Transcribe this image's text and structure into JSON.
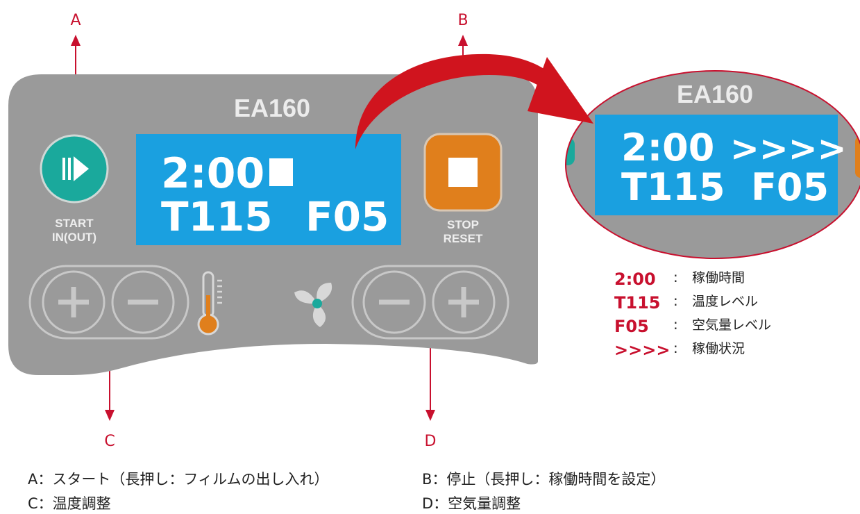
{
  "colors": {
    "panel": "#9a9a9a",
    "lcd": "#1aa0e0",
    "start_button": "#1aa99c",
    "stop_button": "#e07f1c",
    "callout": "#c8102e",
    "arrow_curve": "#d0141e"
  },
  "callouts": {
    "a": "A",
    "b": "B",
    "c": "C",
    "d": "D"
  },
  "panel": {
    "model": "EA160",
    "start_label_1": "START",
    "start_label_2": "IN(OUT)",
    "stop_label_1": "STOP",
    "stop_label_2": "RESET",
    "lcd": {
      "time": "2:00",
      "temp": "T115",
      "fan": "F05"
    },
    "icons": [
      "play-icon",
      "stop-icon",
      "plus-icon",
      "minus-icon",
      "thermometer-icon",
      "fan-icon"
    ]
  },
  "zoom": {
    "model": "EA160",
    "time": "2:00",
    "status": ">>>>",
    "temp": "T115",
    "fan": "F05"
  },
  "legend": [
    {
      "key": "2:00",
      "sep": ":",
      "text": "稼働時間"
    },
    {
      "key": "T115",
      "sep": ":",
      "text": "温度レベル"
    },
    {
      "key": "F05",
      "sep": ":",
      "text": "空気量レベル"
    },
    {
      "key": ">>>>",
      "sep": ":",
      "text": "稼働状況"
    }
  ],
  "notes": {
    "a": "A：スタート（長押し：フィルムの出し入れ）",
    "b": "B：停止（長押し：稼働時間を設定）",
    "c": "C：温度調整",
    "d": "D：空気量調整"
  }
}
